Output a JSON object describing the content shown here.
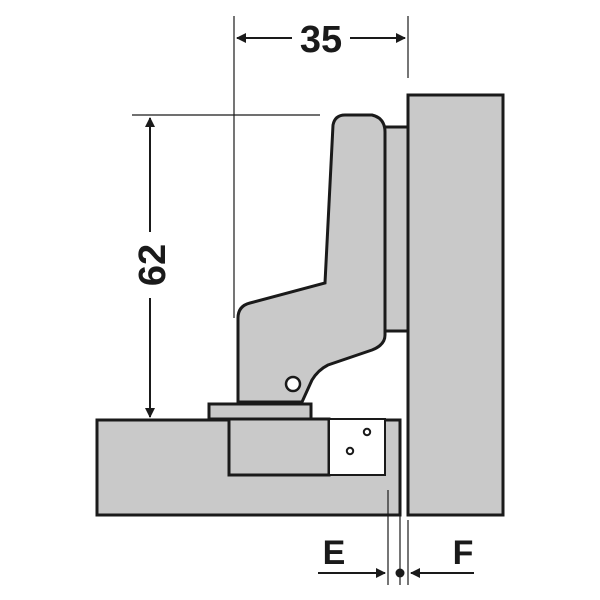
{
  "dimensions": {
    "width_value": "35",
    "height_value": "62",
    "label_e": "E",
    "label_f": "F"
  },
  "colors": {
    "panel_fill": "#c9c9c9",
    "outline": "#1a1a1a",
    "background": "#ffffff"
  }
}
